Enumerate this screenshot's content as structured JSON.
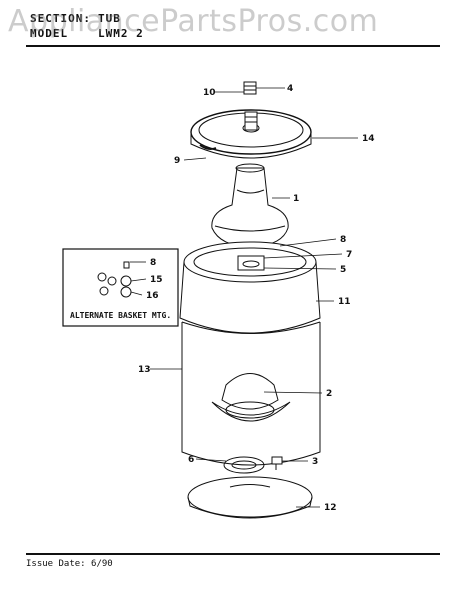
{
  "header": {
    "section_label": "SECTION:",
    "section_value": "TUB",
    "model_label": "MODEL",
    "model_value": "LWM2 2"
  },
  "watermark": "AppliancePartsPros.com",
  "callouts": [
    "1",
    "2",
    "3",
    "4",
    "5",
    "6",
    "7",
    "8",
    "9",
    "10",
    "11",
    "12",
    "13",
    "14",
    "15",
    "16"
  ],
  "inset": {
    "title": "ALTERNATE BASKET MTG.",
    "callouts": [
      "8",
      "15",
      "16"
    ]
  },
  "footer": {
    "issue_date": "Issue Date: 6/90"
  },
  "colors": {
    "ink": "#111111",
    "watermark": "#8a8a8a"
  }
}
